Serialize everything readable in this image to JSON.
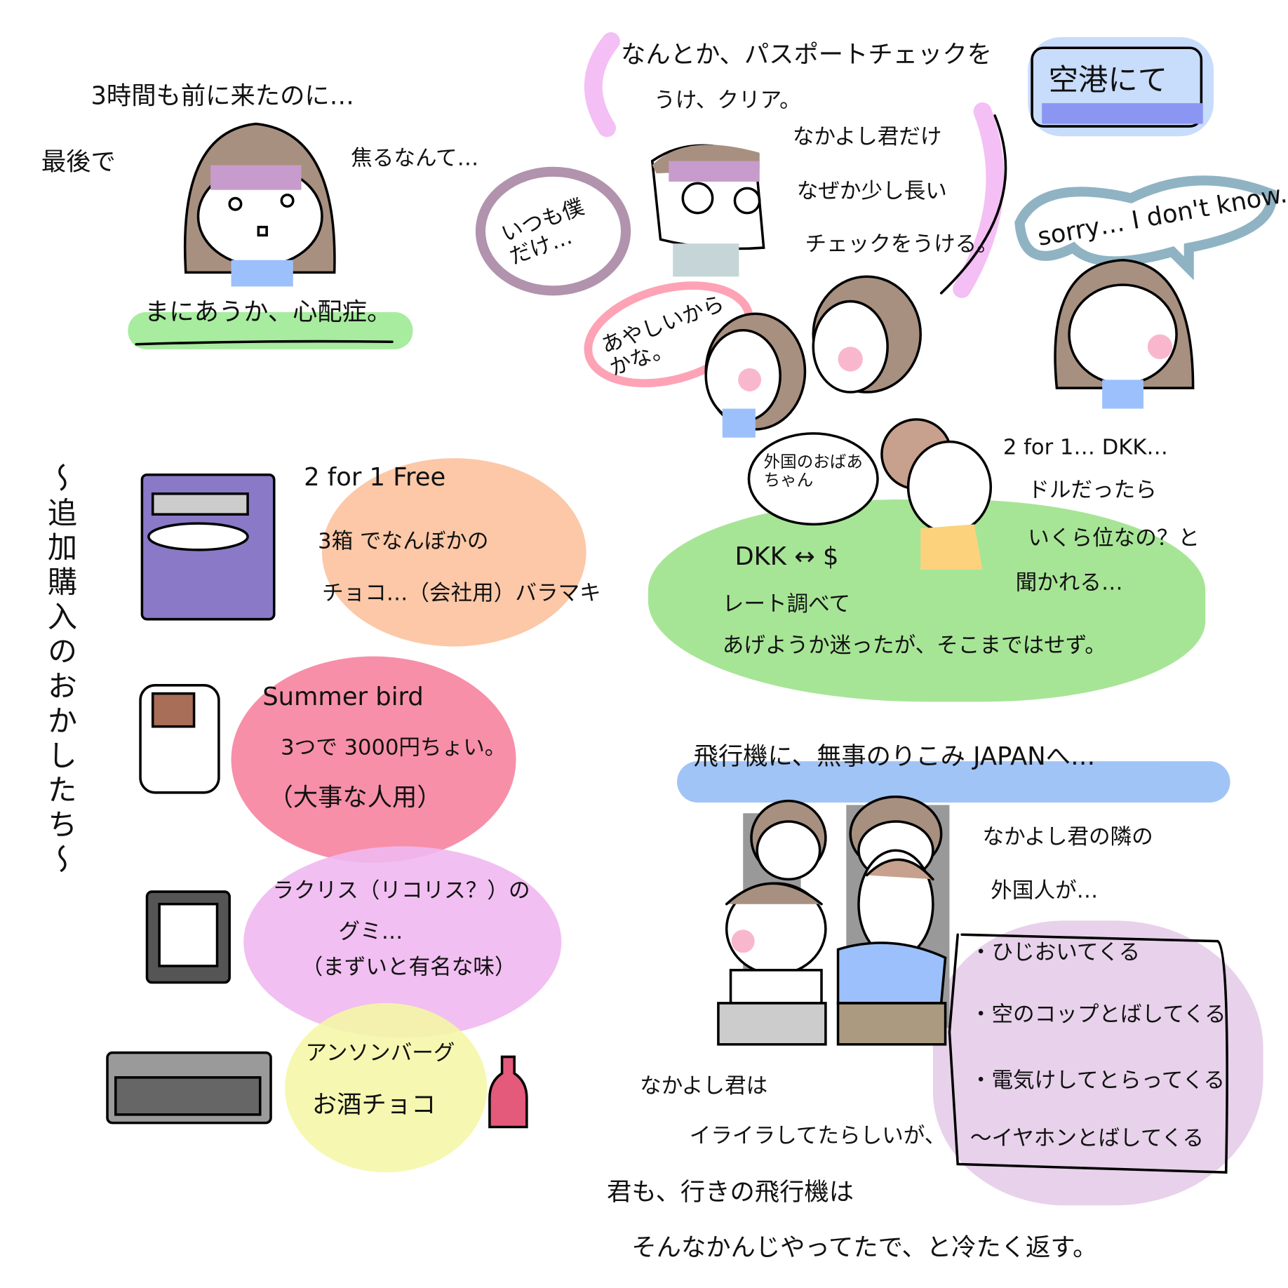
{
  "panel_airport": {
    "title": "空港にて",
    "arrived_early": "3時間も前に来たのに…",
    "last": "最後で",
    "panic": "焦るなんて…",
    "worry": "まにあうか、心配症。",
    "passport_1": "なんとか、パスポートチェックを",
    "passport_2": "うけ、クリア。",
    "nakayoshi_1": "なかよし君だけ",
    "nakayoshi_2": "なぜか少し長い",
    "nakayoshi_3": "チェックをうける。",
    "bubble_always_me": "いつも僕だけ…",
    "bubble_suspicious": "あやしいからかな。",
    "bubble_sorry": "sorry… I don't know.",
    "bubble_grandma": "外国のおばあちゃん",
    "question_1": "2 for 1… DKK…",
    "question_2": "ドルだったら",
    "question_3": "いくら位なの？と",
    "question_4": "聞かれる…",
    "rate_1": "DKK ↔ $",
    "rate_2": "レート調べて",
    "rate_3": "あげようか迷ったが、そこまではせず。"
  },
  "panel_snacks": {
    "heading": "〜追加購入のおかしたち〜",
    "items": [
      {
        "lines": [
          "2 for 1 Free",
          "3箱 でなんぼかの",
          "チョコ…（会社用）バラマキ"
        ],
        "color": "#fcc8a8"
      },
      {
        "lines": [
          "Summer bird",
          "3つで 3000円ちょい。",
          "（大事な人用）"
        ],
        "color": "#f78fa8"
      },
      {
        "lines": [
          "ラクリス（リコリス？）の",
          "グミ…",
          "（まずいと有名な味）"
        ],
        "color": "#f0b8f0"
      },
      {
        "lines": [
          "アンソンバーグ",
          "お酒チョコ"
        ],
        "color": "#f5f7a8"
      }
    ]
  },
  "panel_plane": {
    "heading": "飛行機に、無事のりこみ JAPANへ…",
    "neighbor_1": "なかよし君の隣の",
    "neighbor_2": "外国人が…",
    "list": [
      "・ひじおいてくる",
      "・空のコップとばしてくる",
      "・電気けしてとらってくる",
      "〜イヤホンとばしてくる"
    ],
    "irritated_1": "なかよし君は",
    "irritated_2": "イライラしてたらしいが、",
    "reply_1": "君も、行きの飛行機は",
    "reply_2": "そんなかんじやってたで、と冷たく返す。"
  }
}
